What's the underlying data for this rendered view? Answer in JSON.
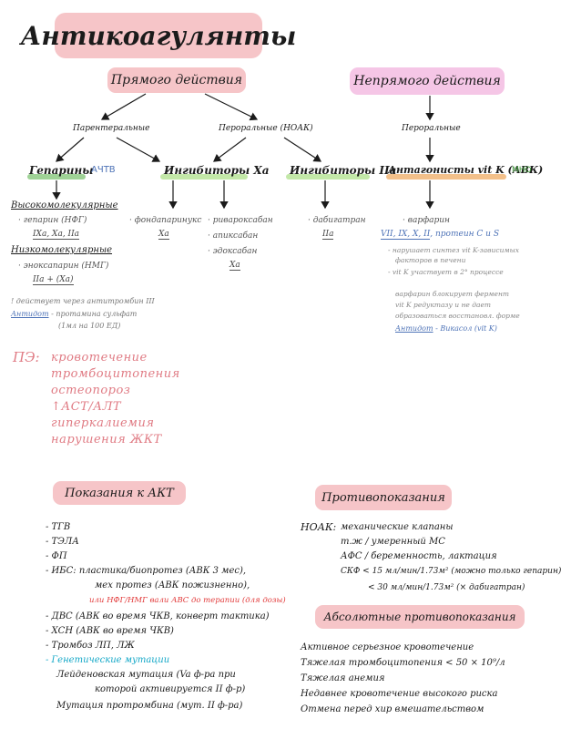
{
  "title": "Антикоагулянты",
  "colors": {
    "title_bg": "#f6c5c8",
    "direct_bg": "#f6c5c8",
    "indirect_bg": "#f5c6e6",
    "green_hl": "#c3e8a8",
    "heparin_hl": "#9fd296",
    "avk_hl": "#f3c08a",
    "se_red": "#e07b84",
    "blue_note": "#4e73b7",
    "cyan_text": "#12a7c7",
    "red_mark": "#e23b3b"
  },
  "top": {
    "direct": "Прямого действия",
    "indirect": "Непрямого действия"
  },
  "routes": {
    "parenteral": "Парентеральные",
    "peroral_noac": "Пероральные (НОАК)",
    "peroral": "Пероральные"
  },
  "groups": {
    "heparins": "Гепарины",
    "heparins_tag": "АЧТВ",
    "inh_xa": "Ингибиторы Xa",
    "inh_iia": "Ингибиторы IIa",
    "avk": "Антагонисты vit K (АВК)",
    "avk_tag": "МНО"
  },
  "heparins_branch": {
    "hmw_title": "Высокомолекулярные",
    "hmw_drug": "· гепарин (НФГ)",
    "hmw_factors": "IXa, Xa, IIa",
    "lmw_title": "Низкомолекулярные",
    "lmw_drug": "· эноксапарин (НМГ)",
    "lmw_factors": "IIa + (Xa)",
    "note1": "! действует через антитромбин III",
    "note2_a": "Антидот",
    "note2_b": " - протамина сульфат",
    "note3": "(1мл на 100 ЕД)"
  },
  "xa_branch": {
    "fonda": "· фондапаринукс",
    "fonda_f": "Xa",
    "riva": "· ривароксабан",
    "api": "· апиксабан",
    "edo": "· эдоксабан",
    "noac_f": "Xa"
  },
  "iia_branch": {
    "dabi": "· дабигатран",
    "dabi_f": "IIa"
  },
  "avk_branch": {
    "warf": "· варфарин",
    "factors_a": "VII, IX, X, II",
    "factors_b": ", протеин C и S",
    "note1": "- нарушает синтез vit K-зависимых",
    "note2": "факторов в печени",
    "note3": "- vit K участвует в 2° процессе",
    "note4": "варфарин блокирует фермент",
    "note5": "vit K редуктазу и не дает",
    "note6": "образоваться восстановл. форме",
    "antidote_a": "Антидот",
    "antidote_b": " - Викасол (vit K)"
  },
  "side_effects": {
    "label": "ПЭ:",
    "items": [
      "кровотечение",
      "тромбоцитопения",
      "остеопороз",
      "↑АСТ/АЛТ",
      "гиперкалиемия",
      "нарушения ЖКТ"
    ]
  },
  "indications": {
    "title": "Показания к АКТ",
    "items": [
      "- ТГВ",
      "- ТЭЛА",
      "- ФП",
      "- ИБС: пластика/биопротез (АВК 3 мес),",
      "мех протез (АВК пожизненно),",
      "или НФГ/НМГ вали АВС до терапии (для дозы)",
      "- ДВС (АВК во время ЧКВ, конверт тактика)",
      "- ХСН (АВК во время ЧКВ)",
      "- Тромбоз ЛП, ЛЖ",
      "- Генетические мутации",
      "Лейденовская мутация (Va ф-ра при",
      "которой активируется II ф-р)",
      "Мутация протромбина (мут. II ф-ра)"
    ]
  },
  "contra": {
    "title": "Противопоказания",
    "noac_label": "НОАК:",
    "items": [
      "механические клапаны",
      "т.ж / умеренный МС",
      "АФС / беременность, лактация",
      "СКФ < 15 мл/мин/1.73м² (можно только гепарин)",
      "< 30 мл/мин/1.73м² (× дабигатран)"
    ],
    "abs_title": "Абсолютные противопоказания",
    "abs_items": [
      "Активное серьезное кровотечение",
      "Тяжелая тромбоцитопения < 50 × 10⁹/л",
      "Тяжелая анемия",
      "Недавнее кровотечение высокого риска",
      "Отмена перед хир вмешательством"
    ]
  }
}
